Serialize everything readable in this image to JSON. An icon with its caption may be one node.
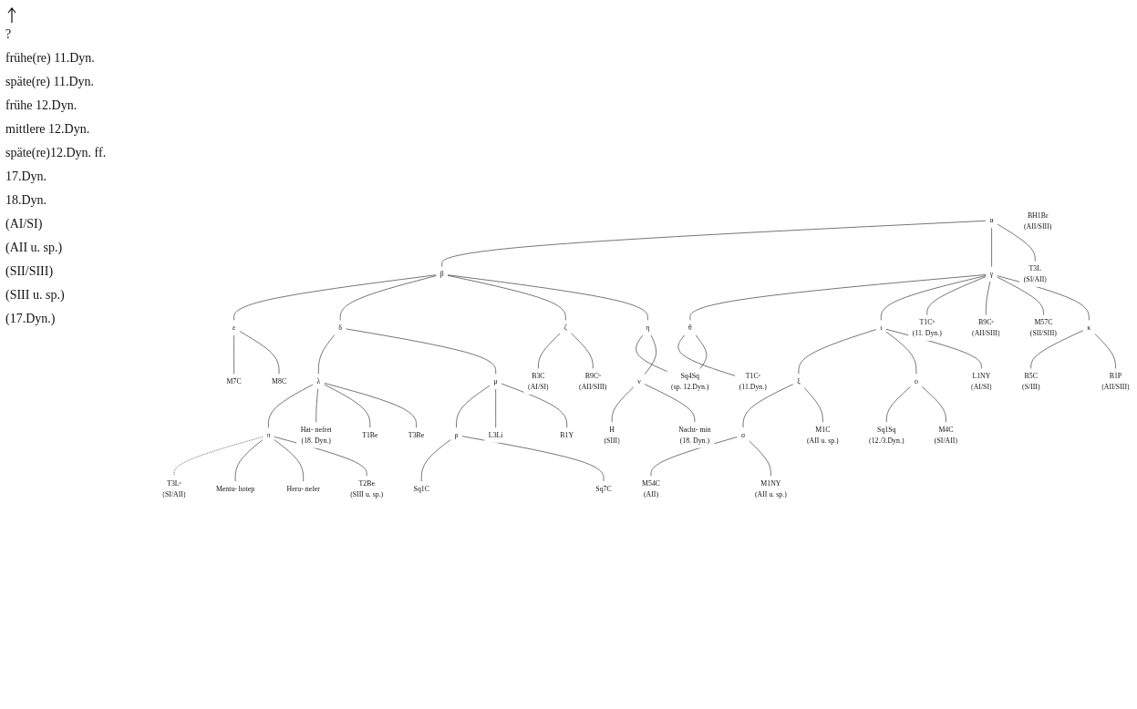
{
  "diagram": {
    "nodes": [
      {
        "text": [
          "α"
        ]
      },
      {
        "text": [
          "β"
        ]
      },
      {
        "text": [
          "γ"
        ]
      },
      {
        "text": [
          "δ"
        ]
      },
      {
        "text": [
          "ζ"
        ]
      },
      {
        "text": [
          "θ"
        ]
      },
      {
        "text": [
          "ι"
        ]
      },
      {
        "text": [
          "T1Cᵇ",
          "(11. Dyn.)"
        ]
      },
      {
        "text": [
          "T1Cᵃ",
          "(11.Dyn.)"
        ]
      },
      {
        "text": [
          "λ"
        ]
      },
      {
        "text": [
          "μ"
        ]
      },
      {
        "text": [
          "B3C",
          "(AI/SI)"
        ]
      },
      {
        "text": [
          "ξ"
        ]
      },
      {
        "text": [
          "ο"
        ]
      },
      {
        "text": [
          "L1NY",
          "(AI/SI)"
        ]
      },
      {
        "text": [
          "π"
        ]
      },
      {
        "text": [
          "L3Li"
        ]
      },
      {
        "text": [
          "B1Y"
        ]
      },
      {
        "text": [
          "T3Lᵃ",
          "(SI/AII)"
        ]
      },
      {
        "text": [
          "ρ"
        ]
      },
      {
        "text": [
          "T3L",
          "(SI/AII)"
        ]
      },
      {
        "text": [
          "M4C",
          "(SI/AII)"
        ]
      },
      {
        "text": [
          "Sq1C"
        ]
      },
      {
        "text": [
          "Sq7C"
        ]
      },
      {
        "text": [
          "η"
        ]
      },
      {
        "text": [
          "σ"
        ]
      },
      {
        "text": [
          "M1C",
          "(AII u. sp.)"
        ]
      },
      {
        "text": [
          "ε"
        ]
      },
      {
        "text": [
          "ν"
        ]
      },
      {
        "text": [
          "M54C",
          "(AII)"
        ]
      },
      {
        "text": [
          "M1NY",
          "(AII u. sp.)"
        ]
      },
      {
        "text": [
          "κ"
        ]
      },
      {
        "text": [
          "B9Cᵇ",
          "(AII/SIII)"
        ]
      },
      {
        "text": [
          "BH1Br",
          "(AII/SIII)"
        ]
      },
      {
        "text": [
          "B9Cᵃ",
          "(AII/SIII)"
        ]
      },
      {
        "text": [
          "B1P",
          "(AII/SIII)"
        ]
      },
      {
        "text": [
          "M7C"
        ]
      },
      {
        "text": [
          "M8C"
        ]
      },
      {
        "text": [
          "T1Be"
        ]
      },
      {
        "text": [
          "T3Be"
        ]
      },
      {
        "text": [
          "T2Be",
          "(SIII u. sp.)"
        ]
      },
      {
        "text": [
          "H",
          "(SIII)"
        ]
      },
      {
        "text": [
          "M57C",
          "(SII/SIII)"
        ]
      },
      {
        "text": [
          "B5C",
          "(S/III)"
        ]
      },
      {
        "text": [
          "Sq4Sq",
          "(sp. 12.Dyn.)"
        ]
      },
      {
        "text": [
          "Sq1Sq",
          "(12./3.Dyn.)"
        ]
      },
      {
        "text": [
          "Mentu- hotep"
        ]
      },
      {
        "text": [
          "Heru- nefer"
        ]
      },
      {
        "text": [
          "Hat- nefret",
          "(18. Dyn.)"
        ]
      },
      {
        "text": [
          "Nacht- min",
          "(18. Dyn.)"
        ]
      }
    ],
    "edges": [
      {
        "from": 0,
        "to": 1,
        "arrow": "none"
      },
      {
        "from": 0,
        "to": 2,
        "arrow": "none"
      },
      {
        "from": 0,
        "to": 20,
        "arrow": "none"
      },
      {
        "from": 1,
        "to": 27,
        "arrow": "none"
      },
      {
        "from": 1,
        "to": 3,
        "arrow": "none"
      },
      {
        "from": 1,
        "to": 4,
        "arrow": "none"
      },
      {
        "from": 1,
        "to": 24,
        "arrow": "none"
      },
      {
        "from": 2,
        "to": 5,
        "arrow": "none"
      },
      {
        "from": 2,
        "to": 6,
        "arrow": "none"
      },
      {
        "from": 2,
        "to": 7,
        "arrow": "none"
      },
      {
        "from": 2,
        "to": 34,
        "arrow": "none"
      },
      {
        "from": 2,
        "to": 42,
        "arrow": "none"
      },
      {
        "from": 2,
        "to": 31,
        "arrow": "none"
      },
      {
        "from": 5,
        "to": 8,
        "arrow": "none"
      },
      {
        "from": 5,
        "to": 44,
        "arrow": "none"
      },
      {
        "from": 24,
        "to": 44,
        "arrow": "none"
      },
      {
        "from": 24,
        "to": 28,
        "arrow": "none"
      },
      {
        "from": 6,
        "to": 12,
        "arrow": "none"
      },
      {
        "from": 6,
        "to": 13,
        "arrow": "none"
      },
      {
        "from": 6,
        "to": 14,
        "arrow": "none"
      },
      {
        "from": 3,
        "to": 9,
        "arrow": "none"
      },
      {
        "from": 3,
        "to": 10,
        "arrow": "none"
      },
      {
        "from": 4,
        "to": 11,
        "arrow": "none"
      },
      {
        "from": 4,
        "to": 32,
        "arrow": "none"
      },
      {
        "from": 9,
        "to": 15,
        "arrow": "none"
      },
      {
        "from": 9,
        "to": 48,
        "arrow": "none"
      },
      {
        "from": 9,
        "to": 38,
        "arrow": "none"
      },
      {
        "from": 9,
        "to": 39,
        "arrow": "none"
      },
      {
        "from": 10,
        "to": 19,
        "arrow": "none"
      },
      {
        "from": 10,
        "to": 16,
        "arrow": "none"
      },
      {
        "from": 10,
        "to": 17,
        "arrow": "none"
      },
      {
        "from": 12,
        "to": 25,
        "arrow": "none"
      },
      {
        "from": 12,
        "to": 26,
        "arrow": "none"
      },
      {
        "from": 13,
        "to": 45,
        "arrow": "none"
      },
      {
        "from": 13,
        "to": 21,
        "arrow": "none"
      },
      {
        "from": 15,
        "to": 18,
        "arrow": "none",
        "style": "dashed"
      },
      {
        "from": 15,
        "to": 46,
        "arrow": "none"
      },
      {
        "from": 15,
        "to": 47,
        "arrow": "none"
      },
      {
        "from": 15,
        "to": 40,
        "arrow": "none"
      },
      {
        "from": 19,
        "to": 22,
        "arrow": "none"
      },
      {
        "from": 19,
        "to": 23,
        "arrow": "none"
      },
      {
        "from": 25,
        "to": 29,
        "arrow": "none"
      },
      {
        "from": 25,
        "to": 30,
        "arrow": "none"
      },
      {
        "from": 27,
        "to": 36,
        "arrow": "none"
      },
      {
        "from": 27,
        "to": 37,
        "arrow": "none"
      },
      {
        "from": 28,
        "to": 41,
        "arrow": "none"
      },
      {
        "from": 28,
        "to": 49,
        "arrow": "none"
      },
      {
        "from": 31,
        "to": 43,
        "arrow": "none"
      },
      {
        "from": 31,
        "to": 35,
        "arrow": "none"
      }
    ],
    "labels": [
      "?",
      "frühe(re) 11.Dyn.",
      "späte(re) 11.Dyn.",
      "frühe 12.Dyn.",
      "mittlere 12.Dyn.",
      "späte(re)12.Dyn. ff.",
      "17.Dyn.",
      "18.Dyn.",
      "(AI/SI)",
      "(AII u. sp.)",
      "(SII/SIII)",
      "(SIII u. sp.)",
      "(17.Dyn.)"
    ]
  }
}
